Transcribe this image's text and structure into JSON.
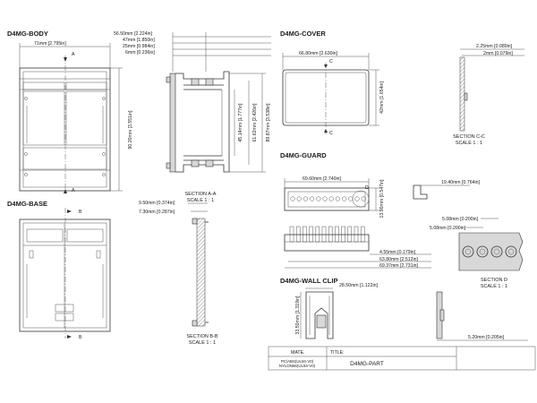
{
  "views": {
    "body": {
      "title": "D4MG-BODY",
      "cut_label": "A"
    },
    "base": {
      "title": "D4MG-BASE",
      "cut_label": "B"
    },
    "cover": {
      "title": "D4MG-COVER",
      "cut_label": "C"
    },
    "guard": {
      "title": "D4MG-GUARD",
      "detail_label": "D"
    },
    "wall_clip": {
      "title": "D4MG-WALL CLIP"
    }
  },
  "sections": {
    "a": {
      "title": "SECTION A-A",
      "scale": "SCALE 1 : 1"
    },
    "b": {
      "title": "SECTION B-B",
      "scale": "SCALE 1 : 1"
    },
    "c": {
      "title": "SECTION C-C",
      "scale": "SCALE 1 : 1"
    },
    "d": {
      "title": "SECTION D",
      "scale": "SCALE 1 : 1"
    }
  },
  "dimensions": {
    "body_width": "71mm [2.795in]",
    "body_height": "90.20mm [3.551in]",
    "sec_a_56": "56.50mm [2.224in]",
    "sec_a_47": "47mm [1.850in]",
    "sec_a_25": "25mm [0.984in]",
    "sec_a_6": "6mm [0.236in]",
    "sec_a_45": "45.14mm [1.777in]",
    "sec_a_61": "61.62mm [2.426in]",
    "sec_a_89": "89.87mm [3.538in]",
    "sec_b_950": "9.50mm [0.374in]",
    "sec_b_730": "7.30mm [0.287in]",
    "cover_width": "66.80mm [2.630in]",
    "cover_height": "42mm [1.654in]",
    "sec_c_225": "2.25mm [0.089in]",
    "sec_c_2": "2mm [0.079in]",
    "guard_width": "69.60mm [2.740in]",
    "guard_height": "13.90mm [0.547in]",
    "guard_side": "19.40mm [0.764in]",
    "sec_d_508a": "5.08mm [0.200in]",
    "sec_d_508b": "5.08mm [0.200in]",
    "guard_455": "4.55mm [0.179in]",
    "guard_638": "63.80mm [2.512in]",
    "guard_6937": "69.37mm [2.731in]",
    "clip_width": "28.50mm [1.122in]",
    "clip_height": "33.50mm [1.319in]",
    "clip_520": "5.20mm [0.205in]"
  },
  "title_block": {
    "mate_label": "MATE.",
    "title_label": "TITLE:",
    "material_line1": "PC/ABS(UL94-V0)",
    "material_line2": "NYLON66(UL94-V0)",
    "part_name": "D4MG-PART"
  }
}
